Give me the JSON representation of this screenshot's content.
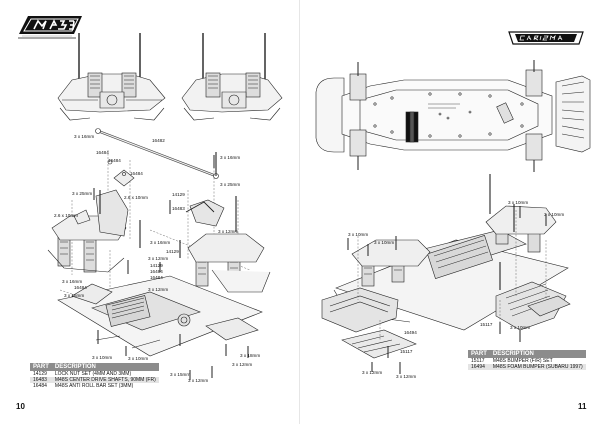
{
  "left_page": {
    "page_number": "10",
    "callouts": [
      {
        "id": "l1",
        "text": "16482"
      },
      {
        "id": "l2",
        "text": "3 x 16mm"
      },
      {
        "id": "l3",
        "text": "16484"
      },
      {
        "id": "l4",
        "text": "16484"
      },
      {
        "id": "l5",
        "text": "16484"
      },
      {
        "id": "l6",
        "text": "3 x 16mm"
      },
      {
        "id": "l7",
        "text": "3 x 25mm"
      },
      {
        "id": "l8",
        "text": "14129"
      },
      {
        "id": "l9",
        "text": "3 x 25mm"
      },
      {
        "id": "l10",
        "text": "2.6 x 10mm"
      },
      {
        "id": "l11",
        "text": "2.6 x 10mm"
      },
      {
        "id": "l12",
        "text": "16483"
      },
      {
        "id": "l13",
        "text": "3 x 12mm"
      },
      {
        "id": "l14",
        "text": "3 x 16mm"
      },
      {
        "id": "l15",
        "text": "14129"
      },
      {
        "id": "l16",
        "text": "3 x 12mm"
      },
      {
        "id": "l17",
        "text": "14129"
      },
      {
        "id": "l18",
        "text": "16484"
      },
      {
        "id": "l19",
        "text": "16484"
      },
      {
        "id": "l20",
        "text": "3 x 16mm"
      },
      {
        "id": "l21",
        "text": "16484"
      },
      {
        "id": "l22",
        "text": "3 x 16mm"
      },
      {
        "id": "l23",
        "text": "3 x 12mm"
      },
      {
        "id": "l24",
        "text": "3 x 10mm"
      },
      {
        "id": "l25",
        "text": "3 x 18mm"
      },
      {
        "id": "l26",
        "text": "3 x 10mm"
      },
      {
        "id": "l27",
        "text": "3 x 15mm"
      },
      {
        "id": "l28",
        "text": "3 x 12mm"
      },
      {
        "id": "l29",
        "text": "3 x 12mm"
      }
    ],
    "parts_table": {
      "headers": [
        "PART",
        "DESCRIPTION"
      ],
      "rows": [
        [
          "14129",
          "LOCK NUT SET (4MM AND 3MM)"
        ],
        [
          "16483",
          "M48S CENTER DRIVE SHAFTS, 90MM (FR)"
        ],
        [
          "16484",
          "M48S ANTI ROLL BAR SET (3MM)"
        ]
      ]
    }
  },
  "right_page": {
    "page_number": "11",
    "callouts": [
      {
        "id": "r1",
        "text": "3 x 10mm"
      },
      {
        "id": "r2",
        "text": "3 x 10mm"
      },
      {
        "id": "r3",
        "text": "3 x 10mm"
      },
      {
        "id": "r4",
        "text": "3 x 10mm"
      },
      {
        "id": "r5",
        "text": "15117"
      },
      {
        "id": "r6",
        "text": "16494"
      },
      {
        "id": "r7",
        "text": "15117"
      },
      {
        "id": "r8",
        "text": "3 x 10mm"
      },
      {
        "id": "r9",
        "text": "3 x 12mm"
      },
      {
        "id": "r10",
        "text": "3 x 12mm"
      }
    ],
    "parts_table": {
      "headers": [
        "PART",
        "DESCRIPTION"
      ],
      "rows": [
        [
          "15117",
          "M48S BUMPER (F/R) SET"
        ],
        [
          "16494",
          "M48S FOAM BUMPER (SUBARU 1997)"
        ]
      ]
    }
  },
  "colors": {
    "header_fill": "#8c8c8c",
    "alt_row": "#e4e4e4",
    "line": "#222222"
  },
  "logos": [
    "m48s-logo",
    "carisma-logo"
  ]
}
